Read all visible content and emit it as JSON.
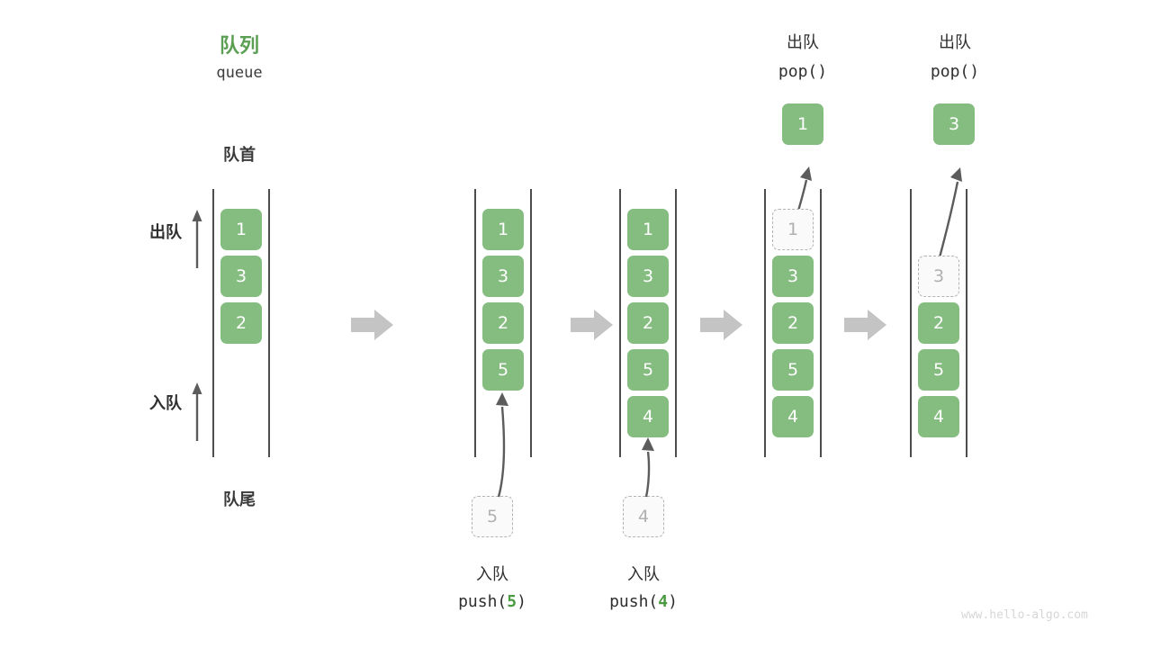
{
  "title": {
    "cn": "队列",
    "en": "queue"
  },
  "ends": {
    "head": "队首",
    "tail": "队尾"
  },
  "side_labels": {
    "dequeue": "出队",
    "enqueue": "入队"
  },
  "colors": {
    "accent_green": "#85bd80",
    "title_green": "#5a9f52",
    "arg_green": "#4a9a41",
    "rail_gray": "#4d4d4d",
    "ghost_border": "#b3b3b3",
    "ghost_text": "#b0b0b0",
    "block_arrow": "#c4c4c4",
    "curve_arrow": "#5c5c5c",
    "watermark": "#d6d6d6"
  },
  "columns": [
    {
      "id": "initial",
      "cells": [
        "1",
        "3",
        "2"
      ],
      "ghost_index": null,
      "empty_slots_top": 0
    },
    {
      "id": "after-push-5",
      "cells": [
        "1",
        "3",
        "2",
        "5"
      ],
      "ghost_index": null,
      "empty_slots_top": 0,
      "op_cn": "入队",
      "op_code_prefix": "push(",
      "op_code_arg": "5",
      "op_code_suffix": ")",
      "incoming_value": "5"
    },
    {
      "id": "after-push-4",
      "cells": [
        "1",
        "3",
        "2",
        "5",
        "4"
      ],
      "ghost_index": null,
      "empty_slots_top": 0,
      "op_cn": "入队",
      "op_code_prefix": "push(",
      "op_code_arg": "4",
      "op_code_suffix": ")",
      "incoming_value": "4"
    },
    {
      "id": "after-pop-1",
      "cells": [
        "1",
        "3",
        "2",
        "5",
        "4"
      ],
      "ghost_index": 0,
      "empty_slots_top": 0,
      "op_cn": "出队",
      "op_code": "pop()",
      "popped_value": "1"
    },
    {
      "id": "after-pop-3",
      "cells": [
        "3",
        "2",
        "5",
        "4"
      ],
      "ghost_index": 0,
      "empty_slots_top": 1,
      "op_cn": "出队",
      "op_code": "pop()",
      "popped_value": "3"
    }
  ],
  "watermark": "www.hello-algo.com"
}
